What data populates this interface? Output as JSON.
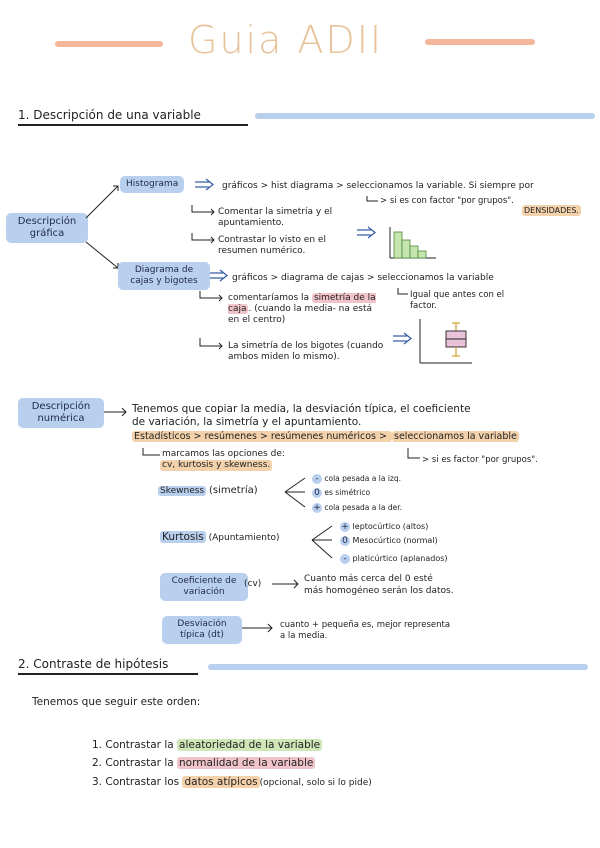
{
  "title": "Guia ADII",
  "section1": {
    "title": "1. Descripción de una variable",
    "grafica_label": "Descripción gráfica",
    "histograma": {
      "box": "Histograma",
      "path": "gráficos > hist diagrama > seleccionamos la variable. Si siempre por",
      "factor_note": "> si es con factor \"por grupos\".",
      "densidades": "DENSIDADES.",
      "note1": "Comentar la simetría y el apuntamiento.",
      "note2": "Contrastar lo visto en el resumen numérico."
    },
    "caja": {
      "box": "Diagrama de cajas y bigotes",
      "path": "gráficos > diagrama de cajas > seleccionamos la variable",
      "factor_note": "Igual que antes con el factor.",
      "note1a": "comentaríamos la ",
      "note1b": "simetría de la caja",
      "note1c": ". (cuando la media- na está en el centro)",
      "note2": "La simetría de los bigotes (cuando ambos miden lo mismo)."
    },
    "numerica_label": "Descripción numérica",
    "numerica": {
      "line1": "Tenemos que copiar la media, la desviación típica, el coeficiente",
      "line2": "de variación, la simetría y el apuntamiento.",
      "line3a": "Estadísticos > resúmenes > resúmenes numéricos > ",
      "line3b": "seleccionamos la variable",
      "line4": "marcamos las opciones de:",
      "line4_factor": "> si es factor \"por grupos\".",
      "line5": "cv, kurtosis y skewness.",
      "skewness": {
        "label": "Skewness",
        "label2": "(simetría)",
        "opts": [
          {
            "sym": "-",
            "text": "cola pesada a la izq."
          },
          {
            "sym": "0",
            "text": "es simétrico"
          },
          {
            "sym": "+",
            "text": "cola pesada a la der."
          }
        ]
      },
      "kurtosis": {
        "label": "Kurtosis",
        "label2": "(Apuntamiento)",
        "opts": [
          {
            "sym": "+",
            "text": "leptocúrtico (altos)"
          },
          {
            "sym": "0",
            "text": "Mesocúrtico (normal)"
          },
          {
            "sym": "-",
            "text": "platicúrtico (aplanados)"
          }
        ]
      },
      "cv": {
        "label": "Coeficiente de variación",
        "abbr": "(cv)",
        "text1": "Cuanto más cerca del 0 esté",
        "text2": "más homogéneo serán los datos."
      },
      "dt": {
        "label": "Desviación típica (dt)",
        "text1": "cuanto + pequeña es, mejor representa",
        "text2": "a la media."
      }
    }
  },
  "section2": {
    "title": "2. Contraste de hipótesis",
    "intro": "Tenemos que seguir este orden:",
    "items": [
      {
        "num": "1.",
        "pre": "Contrastar la ",
        "hl": "aleatoriedad de la variable",
        "post": ""
      },
      {
        "num": "2.",
        "pre": "Contrastar la ",
        "hl": "normalidad de la variable",
        "post": ""
      },
      {
        "num": "3.",
        "pre": "Contrastar los ",
        "hl": "datos atípicos",
        "post": "(opcional, solo si lo pide)"
      }
    ]
  },
  "colors": {
    "accent_peach": "#f2b08f",
    "accent_blue": "#b9cfee",
    "title": "#e7c39a"
  }
}
